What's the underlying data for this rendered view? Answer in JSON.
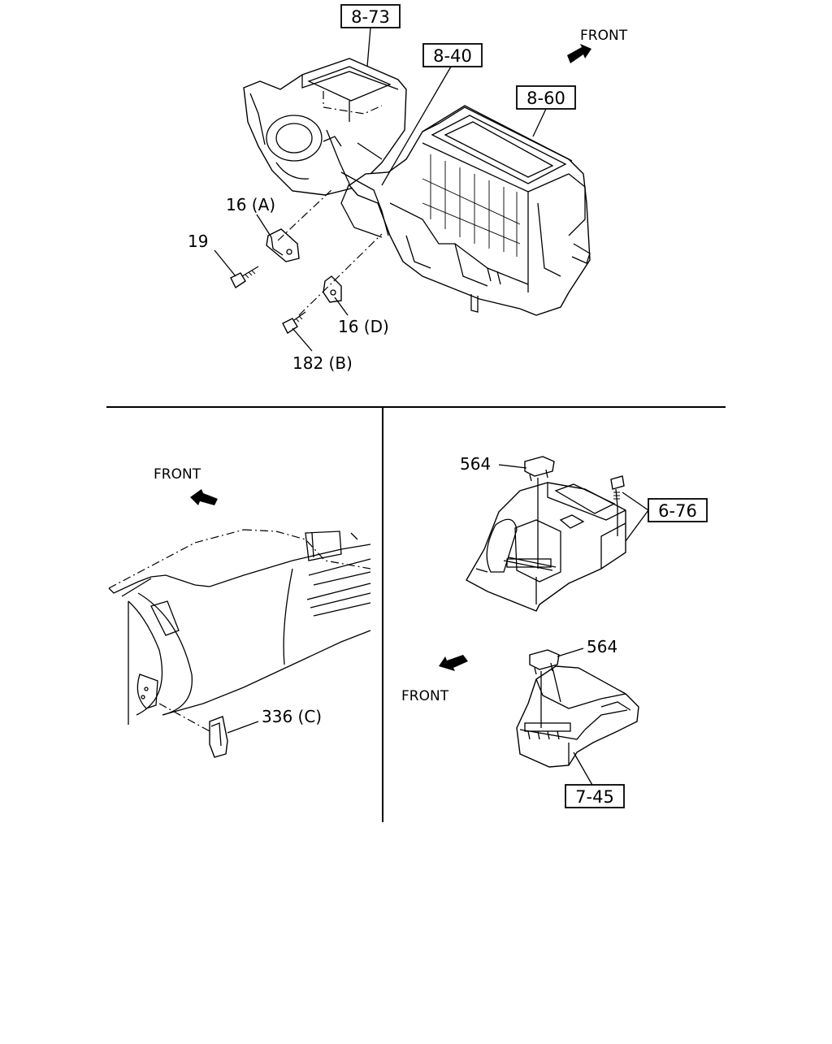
{
  "diagram": {
    "top_panel": {
      "refs": {
        "ref_873": "8-73",
        "ref_840": "8-40",
        "ref_860": "8-60"
      },
      "front_label": "FRONT",
      "callouts": {
        "c16a": "16 (A)",
        "c19": "19",
        "c16d": "16 (D)",
        "c182b": "182 (B)"
      }
    },
    "bottom_left_panel": {
      "front_label": "FRONT",
      "callouts": {
        "c336c": "336 (C)"
      }
    },
    "bottom_right_panel": {
      "refs": {
        "ref_676": "6-76",
        "ref_745": "7-45"
      },
      "front_label": "FRONT",
      "callouts": {
        "c564_top": "564",
        "c564_bottom": "564"
      }
    }
  }
}
